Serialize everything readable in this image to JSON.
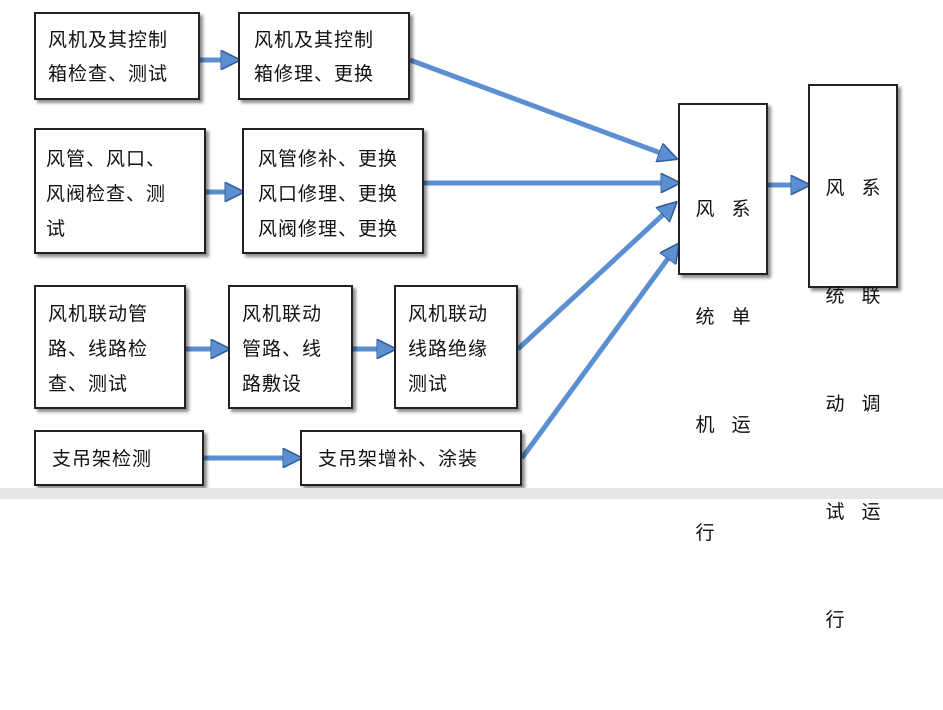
{
  "colors": {
    "arrow_fill": "#5b8fd1",
    "arrow_stroke": "#2f5c99",
    "border": "#222222"
  },
  "nodes": {
    "fan_inspect": {
      "lines": [
        "风机及其控制",
        "箱检查、测试"
      ]
    },
    "fan_repair": {
      "lines": [
        "风机及其控制",
        "箱修理、更换"
      ]
    },
    "duct_inspect": {
      "lines": [
        "风管、风口、",
        "风阀检查、测",
        "试"
      ]
    },
    "duct_repair": {
      "lines": [
        "风管修补、更换",
        "风口修理、更换",
        "风阀修理、更换"
      ]
    },
    "link_inspect": {
      "lines": [
        "风机联动管",
        "路、线路检",
        "查、测试"
      ]
    },
    "link_pipe": {
      "lines": [
        "风机联动",
        "管路、线",
        "路敷设"
      ]
    },
    "link_test": {
      "lines": [
        "风机联动",
        "线路绝缘",
        "测试"
      ]
    },
    "hanger_inspect": {
      "lines": [
        "支吊架检测"
      ]
    },
    "hanger_repair": {
      "lines": [
        "支吊架增补、涂装"
      ]
    },
    "system_single": {
      "col1": [
        "风",
        "统",
        "机",
        "行"
      ],
      "col2": [
        "系",
        "单",
        "运"
      ]
    },
    "system_joint": {
      "col1": [
        "风",
        "统",
        "动",
        "试",
        "行"
      ],
      "col2": [
        "系",
        "联",
        "调",
        "运"
      ]
    }
  }
}
